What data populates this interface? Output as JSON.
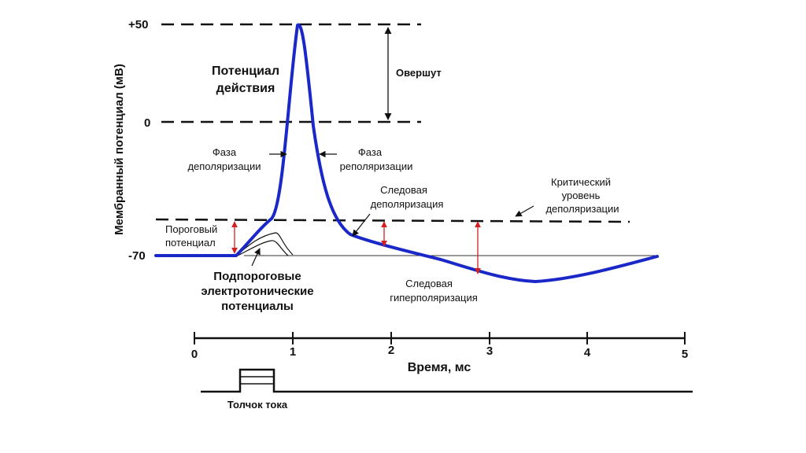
{
  "y_axis": {
    "title": "Мембранный потенциал (мВ)",
    "tick_labels": [
      "+50",
      "0",
      "-70"
    ]
  },
  "x_axis": {
    "title": "Время, мс",
    "tick_labels": [
      "0",
      "1",
      "2",
      "3",
      "4",
      "5"
    ]
  },
  "labels": {
    "ap_line1": "Потенциал",
    "ap_line2": "действия",
    "overshoot": "Овершут",
    "depol_line1": "Фаза",
    "depol_line2": "деполяризации",
    "repol_line1": "Фаза",
    "repol_line2": "реполяризации",
    "trace_depol_line1": "Следовая",
    "trace_depol_line2": "деполяризация",
    "critical_line1": "Критический",
    "critical_line2": "уровень",
    "critical_line3": "деполяризации",
    "threshold_line1": "Пороговый",
    "threshold_line2": "потенциал",
    "subthreshold_line1": "Подпороговые",
    "subthreshold_line2": "электротонические",
    "subthreshold_line3": "потенциалы",
    "trace_hyper_line1": "Следовая",
    "trace_hyper_line2": "гиперполяризация",
    "stimulus": "Толчок тока"
  },
  "colors": {
    "curve": "#1a28c8",
    "arrow_red": "#d42020",
    "ink": "#111111"
  }
}
